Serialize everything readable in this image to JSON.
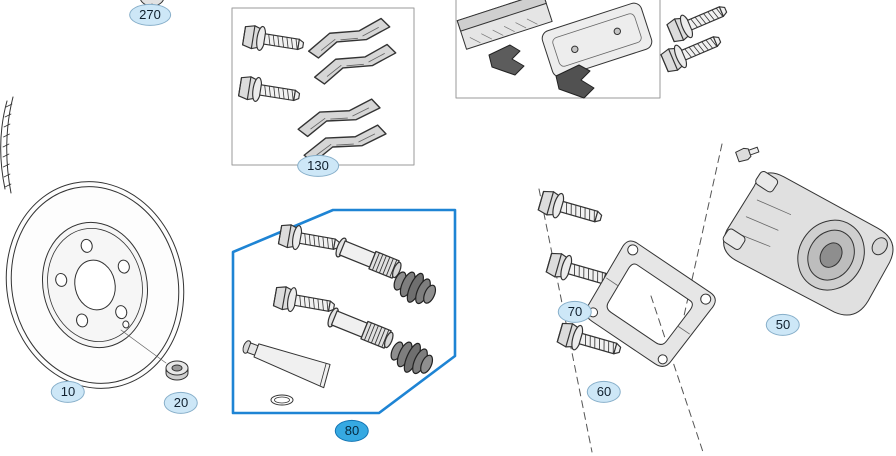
{
  "diagram": {
    "background_color": "#ffffff",
    "line_color": "#333333",
    "highlight_box_color": "#1e84d4",
    "callout_fill_color": "#cde7f7",
    "callout_selected_fill_color": "#36a9e2",
    "callouts": [
      {
        "label": "270",
        "selected": false
      },
      {
        "label": "10",
        "selected": false
      },
      {
        "label": "20",
        "selected": false
      },
      {
        "label": "130",
        "selected": false
      },
      {
        "label": "80",
        "selected": true
      },
      {
        "label": "70",
        "selected": false
      },
      {
        "label": "60",
        "selected": false
      },
      {
        "label": "50",
        "selected": false
      }
    ]
  }
}
